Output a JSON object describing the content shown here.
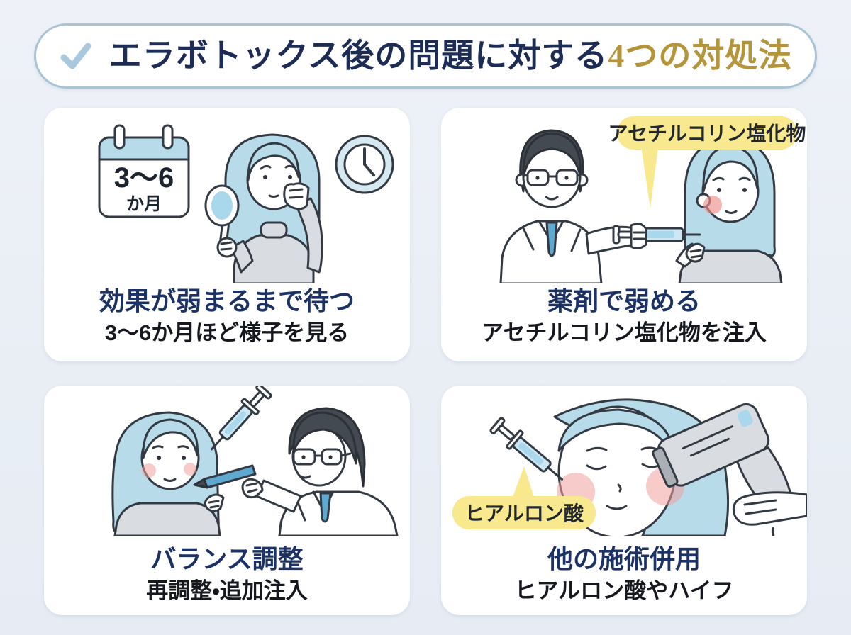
{
  "header": {
    "title_main": "エラボトックス後の問題に対する",
    "title_accent": "4つの対処法"
  },
  "cards": [
    {
      "title": "効果が弱まるまで待つ",
      "subtitle": "3〜6か月ほど様子を見る",
      "calendar": {
        "line1": "3〜6",
        "line2": "か月"
      }
    },
    {
      "title": "薬剤で弱める",
      "subtitle": "アセチルコリン塩化物を注入",
      "bubble_label": "アセチルコリン塩化物"
    },
    {
      "title": "バランス調整",
      "subtitle": "再調整・追加注入"
    },
    {
      "title": "他の施術併用",
      "subtitle": "ヒアルロン酸やハイフ",
      "bubble_label": "ヒアルロン酸"
    }
  ],
  "palette": {
    "background": "#e9eef5",
    "card": "#ffffff",
    "header_navy": "#1c2c55",
    "header_gold": "#b5953c",
    "card_title_navy": "#1d3264",
    "subtitle_black": "#15181e",
    "pill_border": "#a9c3d7",
    "check_blue": "#a9c8de",
    "bubble_yellow": "#f8e88e",
    "hair_blue": "#b7dbe9",
    "clothing_gray": "#d9dde2",
    "tie_blue": "#5fa8d0",
    "syringe_blue": "#cfe7f2",
    "outline": "#333a43"
  }
}
